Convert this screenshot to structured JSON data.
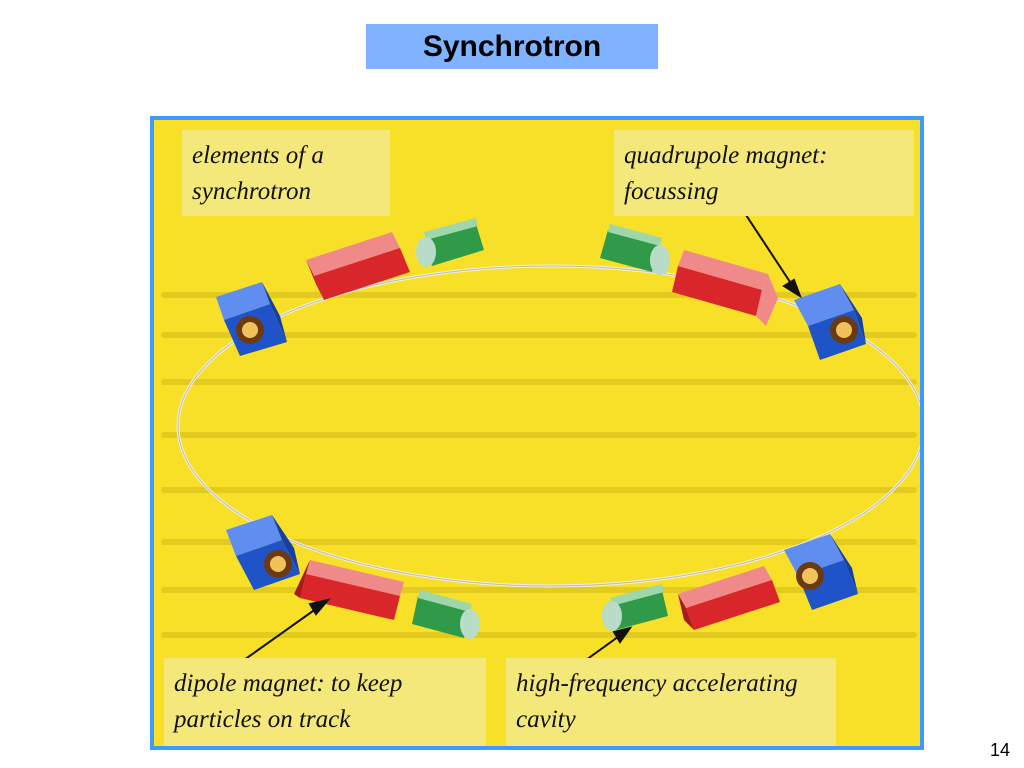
{
  "slide": {
    "title": "Synchrotron",
    "page_number": "14"
  },
  "figure": {
    "labels": {
      "elements": "elements of a synchrotron",
      "quadrupole": "quadrupole magnet: focussing",
      "dipole": "dipole magnet: to keep particles on track",
      "cavity": "high-frequency accelerating cavity"
    }
  },
  "colors": {
    "title_background": "#7fb2ff",
    "figure_border": "#3d9aff",
    "figure_background": "#f7e027",
    "callout_background": "#f5e87a",
    "dipole": "#d8262b",
    "quadrupole": "#1f54c8",
    "cavity": "#2f9a48"
  }
}
